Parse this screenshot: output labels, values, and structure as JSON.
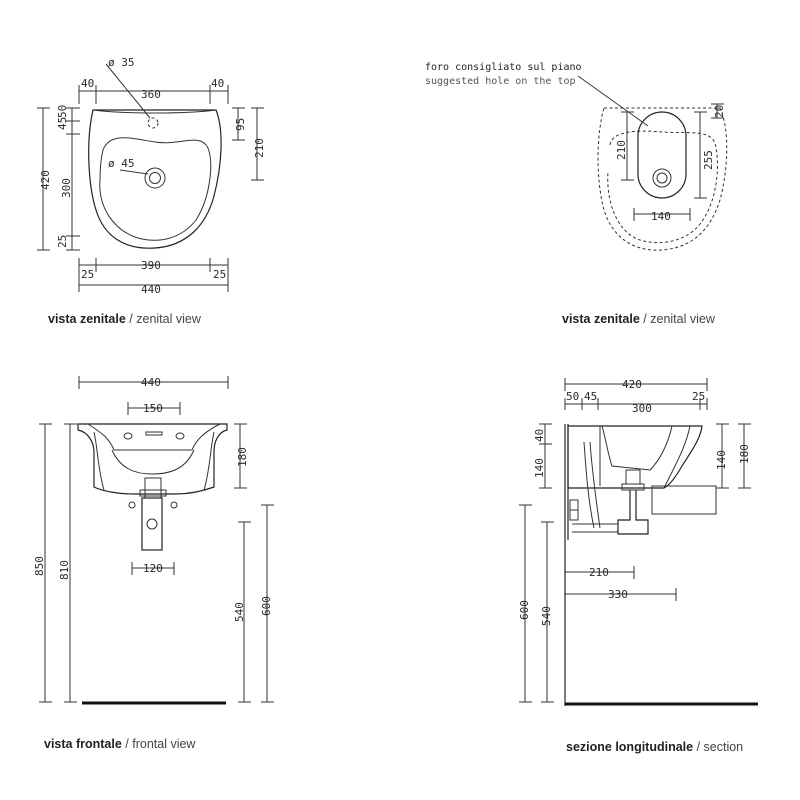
{
  "views": {
    "top_view": {
      "caption_it": "vista zenitale",
      "caption_sep": " / ",
      "caption_en": "zenital view",
      "dims": {
        "tap_hole": "ø 35",
        "left_40": "40",
        "center_360": "360",
        "right_40": "40",
        "d45": "ø 45",
        "v45": "45",
        "v50": "50",
        "v420": "420",
        "v300": "300",
        "v25": "25",
        "v95": "95",
        "v210": "210",
        "b25_left": "25",
        "b390": "390",
        "b25_right": "25",
        "b440": "440"
      }
    },
    "top_view_hole": {
      "caption_it": "vista zenitale",
      "caption_sep": " / ",
      "caption_en": "zenital view",
      "note_it": "foro consigliato sul piano",
      "note_en": "suggested hole on the top",
      "dims": {
        "v20": "20",
        "v210": "210",
        "v255": "255",
        "h140": "140"
      }
    },
    "front_view": {
      "caption_it": "vista frontale",
      "caption_sep": " / ",
      "caption_en": "frontal view",
      "dims": {
        "top440": "440",
        "h150": "150",
        "v180": "180",
        "v850": "850",
        "v810": "810",
        "h120": "120",
        "v540": "540",
        "v600": "600"
      }
    },
    "section_view": {
      "caption_it": "sezione longitudinale",
      "caption_sep": " / ",
      "caption_en": "section",
      "dims": {
        "top420": "420",
        "h50": "50",
        "h45": "45",
        "h300": "300",
        "h25": "25",
        "v40": "40",
        "v140_left": "140",
        "v140_right": "140",
        "v180": "180",
        "h210": "210",
        "h330": "330",
        "v600": "600",
        "v540": "540"
      }
    }
  }
}
